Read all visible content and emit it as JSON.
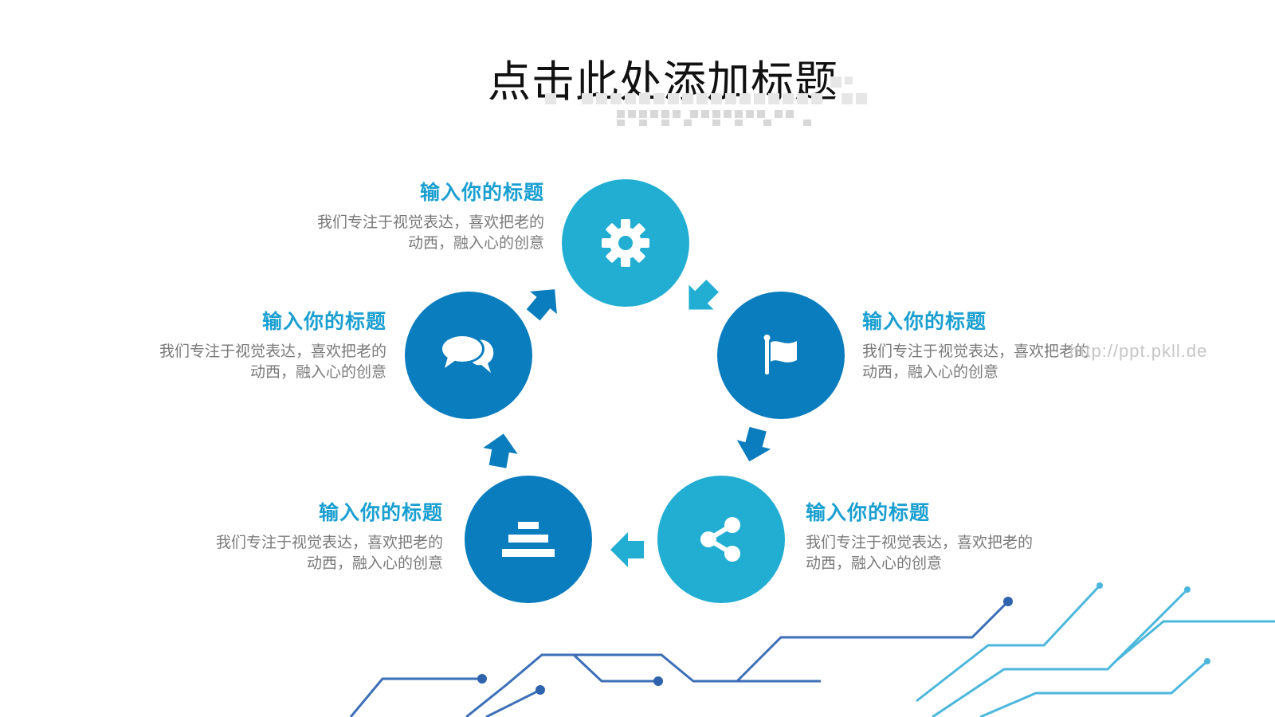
{
  "title": "点击此处添加标题",
  "watermark": "http://ppt.pkll.de",
  "nodes": [
    {
      "heading": "输入你的标题",
      "desc": "我们专注于视觉表达，喜欢把老的\n动西，融入心的创意",
      "icon": "gear-icon",
      "color": "#21aed2"
    },
    {
      "heading": "输入你的标题",
      "desc": "我们专注于视觉表达，喜欢把老的\n动西，融入心的创意",
      "icon": "flag-icon",
      "color": "#0a7dbe"
    },
    {
      "heading": "输入你的标题",
      "desc": "我们专注于视觉表达，喜欢把老的\n动西，融入心的创意",
      "icon": "share-icon",
      "color": "#21aed2"
    },
    {
      "heading": "输入你的标题",
      "desc": "我们专注于视觉表达，喜欢把老的\n动西，融入心的创意",
      "icon": "podium-icon",
      "color": "#0a7dbe"
    },
    {
      "heading": "输入你的标题",
      "desc": "我们专注于视觉表达，喜欢把老的\n动西，融入心的创意",
      "icon": "chat-bubbles-icon",
      "color": "#0a7dbe"
    }
  ]
}
